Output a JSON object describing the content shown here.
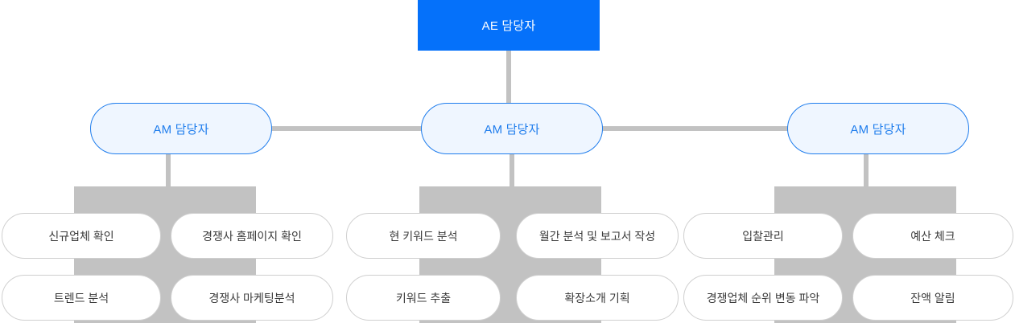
{
  "diagram": {
    "title_text": "AE/AM organizational responsibility chart",
    "colors": {
      "root_fill": "#0571FA",
      "root_text": "#FFFFFF",
      "branch_fill": "#EFF6FF",
      "branch_border": "#1F7DED",
      "branch_text": "#1F7DED",
      "connector": "#C2C2C2",
      "leaf_fill": "#FFFFFF",
      "leaf_border": "#CFCFCF",
      "leaf_text": "#3A3A3A"
    },
    "root": {
      "label": "AE 담당자"
    },
    "branches": [
      {
        "label": "AM 담당자",
        "leaves": [
          {
            "label": "신규업체 확인"
          },
          {
            "label": "경쟁사 홈페이지 확인"
          },
          {
            "label": "트렌드 분석"
          },
          {
            "label": "경쟁사 마케팅분석"
          }
        ]
      },
      {
        "label": "AM 담당자",
        "leaves": [
          {
            "label": "현 키워드 분석"
          },
          {
            "label": "월간 분석 및 보고서 작성"
          },
          {
            "label": "키워드 추출"
          },
          {
            "label": "확장소개 기획"
          }
        ]
      },
      {
        "label": "AM 담당자",
        "leaves": [
          {
            "label": "입찰관리"
          },
          {
            "label": "예산 체크"
          },
          {
            "label": "경쟁업체 순위 변동 파악"
          },
          {
            "label": "잔액 알림"
          }
        ]
      }
    ]
  }
}
